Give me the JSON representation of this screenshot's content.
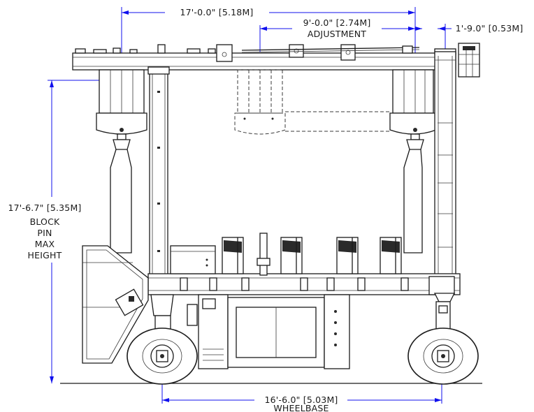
{
  "dimensions": {
    "span": "17'-0.0\" [5.18M]",
    "adjustment_value": "9'-0.0\" [2.74M]",
    "adjustment_label": "ADJUSTMENT",
    "overhang": "1'-9.0\" [0.53M]",
    "height_value": "17'-6.7\" [5.35M]",
    "height_label_1": "BLOCK",
    "height_label_2": "PIN",
    "height_label_3": "MAX",
    "height_label_4": "HEIGHT",
    "wheelbase_value": "16'-6.0\" [5.03M]",
    "wheelbase_label": "WHEELBASE"
  },
  "colors": {
    "dimension_lines": "#1010ee",
    "drawing_lines": "#1b1b1b",
    "background": "#ffffff"
  }
}
